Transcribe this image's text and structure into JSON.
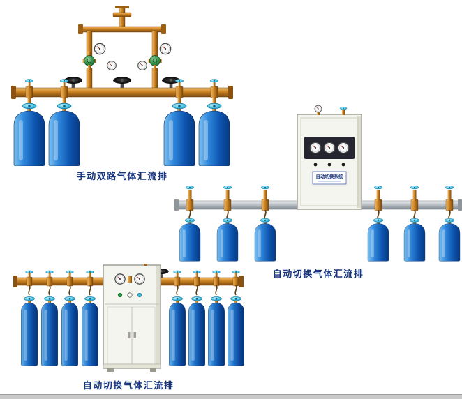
{
  "products": [
    {
      "caption": "手动双路气体汇流排"
    },
    {
      "caption": "自动切换气体汇流排",
      "cabinet_label": "自动切换系统"
    },
    {
      "caption": "自动切换气体汇流排"
    }
  ],
  "colors": {
    "caption_text": "#17357e",
    "brass_pipe": "#c9811f",
    "cylinder_blue": "#0d55b0",
    "valve_wheel_cyan": "#46c1e5",
    "pipe_silver": "#b7bec4",
    "cabinet_body": "#f5f5ef",
    "gauge_face": "#fafafa",
    "valve_black": "#171717",
    "regulator_green": "#35924b"
  },
  "icons": {
    "pressure_gauge": "round white dial with red needle",
    "hand_wheel": "cyan cylinder valve wheel",
    "shutoff_valve": "black hand wheel valve"
  }
}
